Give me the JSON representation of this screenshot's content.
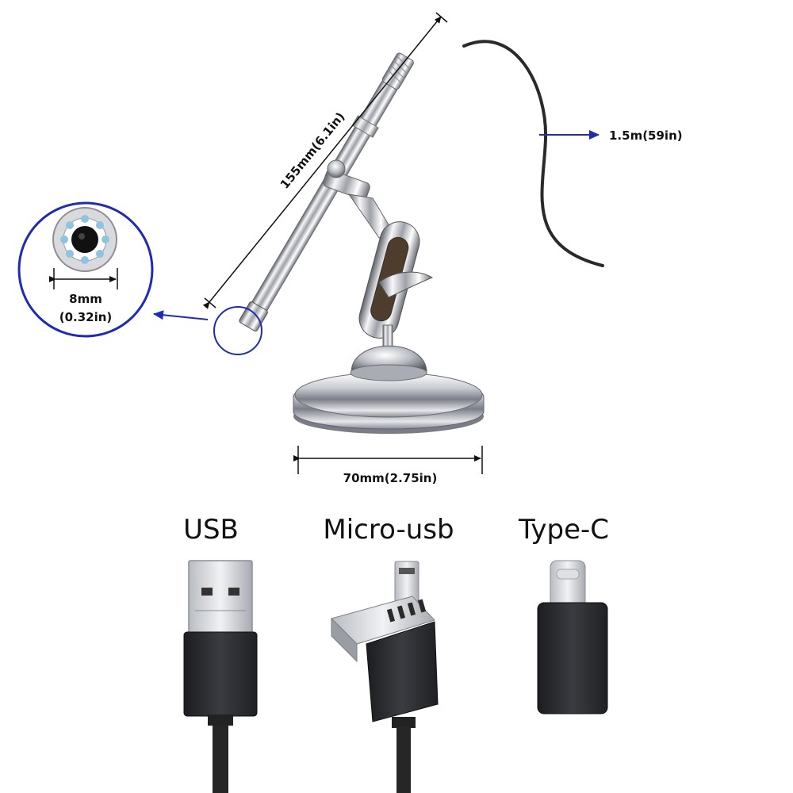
{
  "dimensions": {
    "length": "155mm(6.1in)",
    "cable": "1.5m(59in)",
    "lens_mm": "8mm",
    "lens_in": "(0.32in)",
    "base": "70mm(2.75in)"
  },
  "connectors": [
    {
      "label": "USB"
    },
    {
      "label": "Micro-usb"
    },
    {
      "label": "Type-C"
    }
  ],
  "colors": {
    "dimension_line": "#111111",
    "callout_blue": "#1f2bb5",
    "chrome_light": "#f4f4f6",
    "chrome_dark": "#6c6f78",
    "cable": "#2a2a2a",
    "connector_body": "#2b2d31"
  }
}
